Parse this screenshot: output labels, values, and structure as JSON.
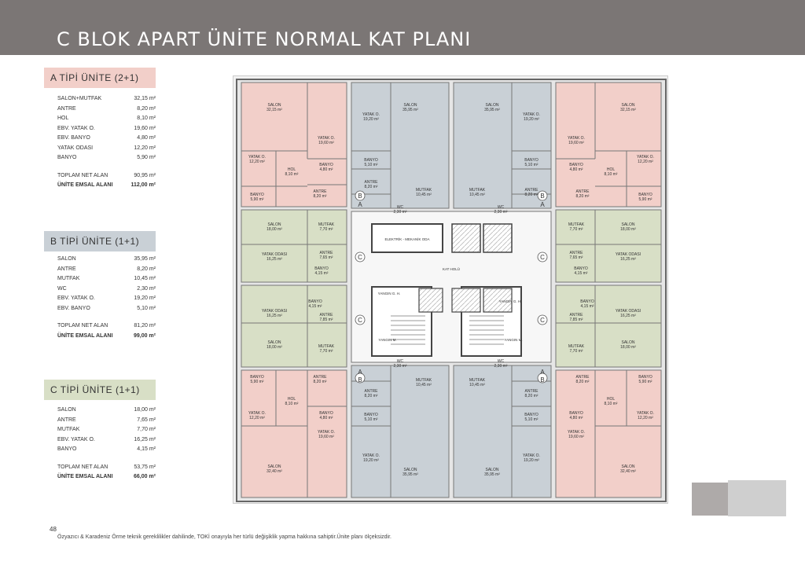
{
  "header": {
    "title": "C BLOK APART ÜNİTE NORMAL KAT PLANI"
  },
  "colors": {
    "header_bg": "#7b7675",
    "a_unit": "#f2cfc9",
    "b_unit": "#c9d0d6",
    "c_unit": "#d8dfc6"
  },
  "units": [
    {
      "title": "A TİPİ ÜNİTE  (2+1)",
      "rows": [
        {
          "name": "SALON+MUTFAK",
          "value": "32,15 m²"
        },
        {
          "name": "ANTRE",
          "value": "8,20 m²"
        },
        {
          "name": "HOL",
          "value": "8,10 m²"
        },
        {
          "name": "EBV. YATAK O.",
          "value": "19,60 m²"
        },
        {
          "name": "EBV. BANYO",
          "value": "4,80 m²"
        },
        {
          "name": "YATAK ODASI",
          "value": "12,20 m²"
        },
        {
          "name": "BANYO",
          "value": "5,90 m²"
        }
      ],
      "net": {
        "name": "TOPLAM NET ALAN",
        "value": "90,95 m²"
      },
      "emsal": {
        "name": "ÜNİTE EMSAL ALANI",
        "value": "112,00 m²"
      }
    },
    {
      "title": "B TİPİ ÜNİTE   (1+1)",
      "rows": [
        {
          "name": "SALON",
          "value": "35,95 m²"
        },
        {
          "name": "ANTRE",
          "value": "8,20 m²"
        },
        {
          "name": "MUTFAK",
          "value": "10,45 m²"
        },
        {
          "name": "WC",
          "value": "2,30 m²"
        },
        {
          "name": "EBV. YATAK O.",
          "value": "19,20 m²"
        },
        {
          "name": "EBV. BANYO",
          "value": "5,10 m²"
        }
      ],
      "net": {
        "name": "TOPLAM NET ALAN",
        "value": "81,20 m²"
      },
      "emsal": {
        "name": "ÜNİTE EMSAL ALANI",
        "value": "99,00 m²"
      }
    },
    {
      "title": "C TİPİ ÜNİTE   (1+1)",
      "rows": [
        {
          "name": "SALON",
          "value": "18,00 m²"
        },
        {
          "name": "ANTRE",
          "value": "7,65 m²"
        },
        {
          "name": "MUTFAK",
          "value": "7,70 m²"
        },
        {
          "name": "EBV. YATAK O.",
          "value": "16,25 m²"
        },
        {
          "name": "BANYO",
          "value": "4,15 m²"
        }
      ],
      "net": {
        "name": "TOPLAM NET ALAN",
        "value": "53,75 m²"
      },
      "emsal": {
        "name": "ÜNİTE EMSAL ALANI",
        "value": "66,00 m²"
      }
    }
  ],
  "plan": {
    "elektrik": "ELEKTRİK - MEKANİK ODA",
    "kat_holu": "KAT HOLÜ",
    "yangin_gh": "YANGIN G. H.",
    "yangin_m": "YANGIN M.",
    "section_a": "A",
    "section_b": "B",
    "section_c": "C",
    "rooms": {
      "salon": "SALON",
      "yatak_o": "YATAK O.",
      "yatak_odasi": "YATAK ODASI",
      "banyo": "BANYO",
      "hol": "HOL",
      "antre": "ANTRE",
      "mutfak": "MUTFAK",
      "wc": "WC"
    },
    "areas": {
      "a_salon": "32,15 m²",
      "a_salon_b": "32,40 m²",
      "a_ebv_yatak": "19,60 m²",
      "a_yatak": "12,20 m²",
      "a_hol": "8,10 m²",
      "a_ebv_banyo": "4,80 m²",
      "a_banyo": "5,90 m²",
      "a_antre": "8,20 m²",
      "b_salon": "35,95 m²",
      "b_yatak": "19,20 m²",
      "b_banyo": "5,10 m²",
      "b_antre": "8,20 m²",
      "b_mutfak": "10,45 m²",
      "b_wc": "2,30 m²",
      "c_salon": "18,00 m²",
      "c_mutfak": "7,70 m²",
      "c_yatak": "16,25 m²",
      "c_antre_a": "7,65 m²",
      "c_antre_b": "7,85 m²",
      "c_banyo": "4,15 m²"
    }
  },
  "footer": {
    "page_number": "48",
    "note": "Özyazıcı & Karadeniz Örme teknik gereklilikler dahilinde, TOKİ onayıyla her türlü değişiklik yapma hakkına sahiptir.Ünite planı ölçeksizdir."
  }
}
